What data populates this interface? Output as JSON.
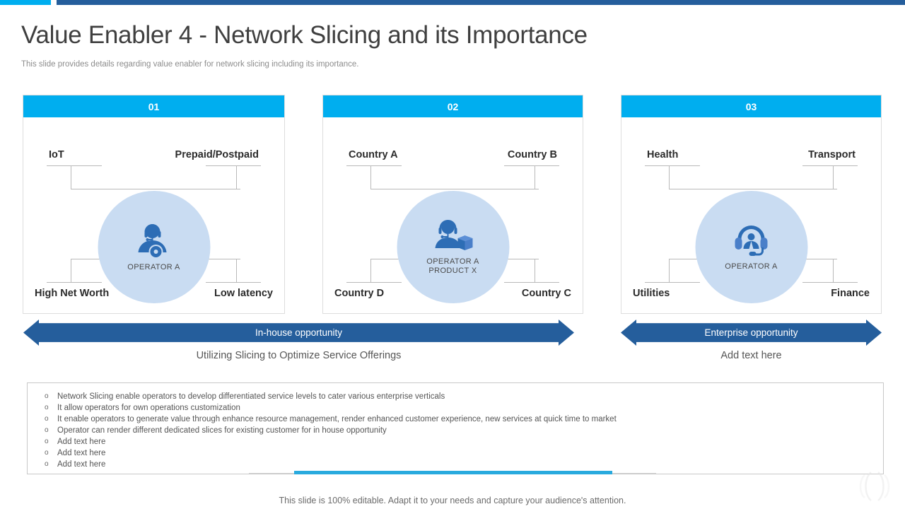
{
  "header": {
    "title": "Value Enabler 4 - Network Slicing and its Importance",
    "subtitle": "This slide provides details regarding value enabler for network slicing including its importance.",
    "accent_cyan": "#00AEEF",
    "accent_blue": "#255E9C"
  },
  "cards": [
    {
      "number": "01",
      "icon": "operator-gear-icon",
      "center_label": "OPERATOR A",
      "corners": {
        "top_left": "IoT",
        "top_right": "Prepaid/Postpaid",
        "bottom_left": "High Net Worth",
        "bottom_right": "Low latency"
      }
    },
    {
      "number": "02",
      "icon": "operator-product-icon",
      "center_label": "OPERATOR A\nPRODUCT X",
      "center_label_line1": "OPERATOR A",
      "center_label_line2": "PRODUCT X",
      "corners": {
        "top_left": "Country A",
        "top_right": "Country B",
        "bottom_left": "Country D",
        "bottom_right": "Country C"
      }
    },
    {
      "number": "03",
      "icon": "headset-support-icon",
      "center_label": "OPERATOR A",
      "corners": {
        "top_left": "Health",
        "top_right": "Transport",
        "bottom_left": "Utilities",
        "bottom_right": "Finance"
      }
    }
  ],
  "banners": [
    {
      "label": "In-house  opportunity",
      "caption": "Utilizing Slicing to Optimize Service Offerings"
    },
    {
      "label": "Enterprise opportunity",
      "caption": "Add text here"
    }
  ],
  "bullets": {
    "marker": "o",
    "items": [
      "Network Slicing enable  operators  to develop  differentiated  service  levels  to cater various  enterprise  verticals",
      "It allow operators for own operations customization",
      "It enable  operators  to generate  value  through  enhance  resource  management,  render  enhanced  customer  experience,  new  services  at quick time to market",
      "Operator  can render  different  dedicated  slices for  existing customer  for in house opportunity",
      "Add text here",
      "Add text here",
      "Add text here"
    ]
  },
  "footer": {
    "note": "This  slide is 100%  editable. Adapt it to your  needs  and capture  your audience's  attention."
  }
}
